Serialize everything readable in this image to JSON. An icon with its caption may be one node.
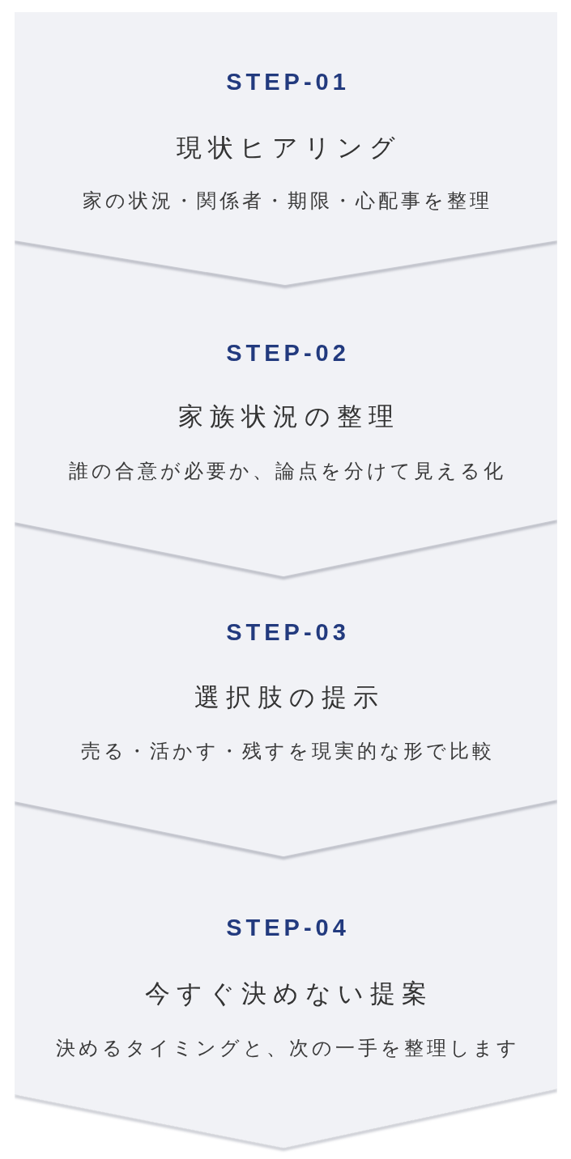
{
  "diagram": {
    "nodes": [
      {
        "text": [
          "STEP-01",
          "現状ヒアリング",
          "家の状況・関係者・期限・心配事を整理"
        ]
      },
      {
        "text": [
          "STEP-02",
          "家族状況の整理",
          "誰の合意が必要か、論点を分けて見える化"
        ]
      },
      {
        "text": [
          "STEP-03",
          "選択肢の提示",
          "売る・活かす・残すを現実的な形で比較"
        ]
      },
      {
        "text": [
          "STEP-04",
          "今すぐ決めない提案",
          "決めるタイミングと、次の一手を整理します"
        ]
      }
    ]
  }
}
